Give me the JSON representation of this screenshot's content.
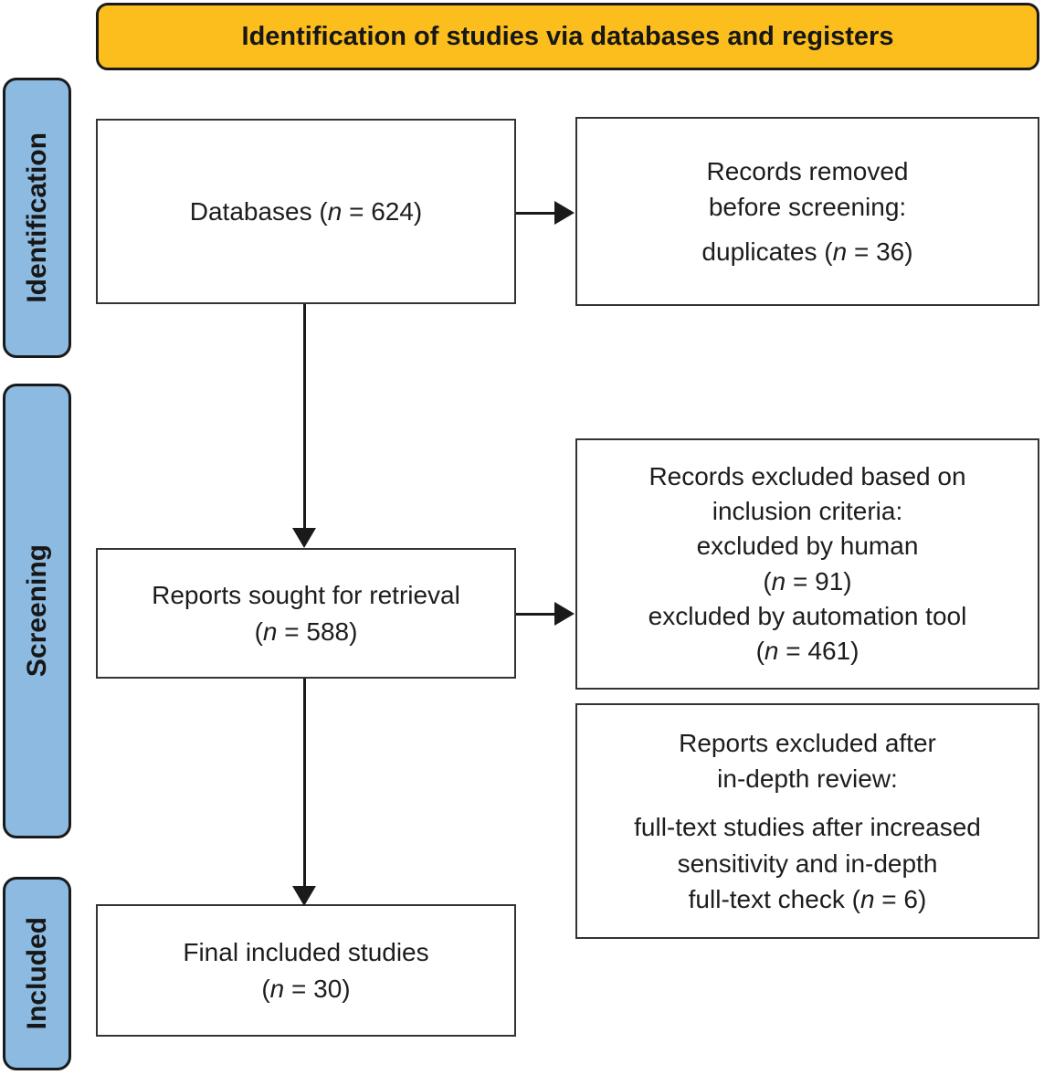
{
  "header": {
    "label": "Identification of studies via databases and registers"
  },
  "sidebar": {
    "stages": [
      {
        "label": "Identification"
      },
      {
        "label": "Screening"
      },
      {
        "label": "Included"
      }
    ]
  },
  "boxes": {
    "databases": {
      "paragraphs": [
        [
          "Databases (n = 624)"
        ]
      ]
    },
    "records_removed": {
      "paragraphs": [
        [
          "Records removed",
          "before screening:"
        ],
        [
          "duplicates (n = 36)"
        ]
      ]
    },
    "reports_sought": {
      "paragraphs": [
        [
          "Reports sought for retrieval",
          "(n = 588)"
        ]
      ]
    },
    "records_excluded": {
      "paragraphs": [
        [
          "Records excluded based on",
          "inclusion criteria:",
          "excluded by human",
          "(n = 91)",
          "excluded by automation tool",
          "(n = 461)"
        ]
      ]
    },
    "reports_excluded": {
      "paragraphs": [
        [
          "Reports excluded after",
          "in-depth review:"
        ],
        [
          "full-text studies after increased",
          "sensitivity and in-depth",
          "full-text check (n = 6)"
        ]
      ]
    },
    "final_included": {
      "paragraphs": [
        [
          "Final included studies",
          "(n = 30)"
        ]
      ]
    }
  },
  "colors": {
    "header_bg": "#FCBE1C",
    "stage_bg": "#8CBAE0",
    "line": "#1A1A1A",
    "box_border": "#333333"
  }
}
